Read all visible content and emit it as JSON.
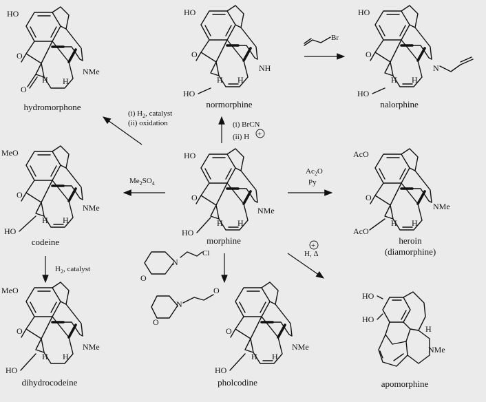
{
  "compounds": {
    "morphine": "morphine",
    "normorphine": "normorphine",
    "hydromorphone": "hydromorphone",
    "nalorphine": "nalorphine",
    "codeine": "codeine",
    "heroin": "heroin",
    "heroin_alt": "(diamorphine)",
    "dihydrocodeine": "dihydrocodeine",
    "pholcodine": "pholcodine",
    "apomorphine": "apomorphine"
  },
  "reagents": {
    "to_normorphine_1": "(i)  BrCN",
    "to_normorphine_2": "(ii)  H",
    "to_hydromorphone_1": "(i)  H",
    "to_hydromorphone_1_sub": "2",
    "to_hydromorphone_1_rest": ", catalyst",
    "to_hydromorphone_2": "(ii)  oxidation",
    "to_codeine": "Me",
    "to_codeine_sub": "2",
    "to_codeine_rest": "SO",
    "to_codeine_sub2": "4",
    "to_heroin_1": "Ac",
    "to_heroin_1_sub": "2",
    "to_heroin_1_rest": "O",
    "to_heroin_2": "Py",
    "to_apomorphine_1": "H",
    "to_apomorphine_2": ", Δ",
    "to_dihydrocodeine": "H",
    "to_dihydrocodeine_sub": "2",
    "to_dihydrocodeine_rest": ", catalyst",
    "allyl_bromide": "Br",
    "chloro": "Cl",
    "plus": "+"
  },
  "atoms": {
    "HO": "HO",
    "MeO": "MeO",
    "AcO": "AcO",
    "O": "O",
    "H": "H",
    "NMe": "NMe",
    "NH": "NH",
    "N": "N"
  }
}
